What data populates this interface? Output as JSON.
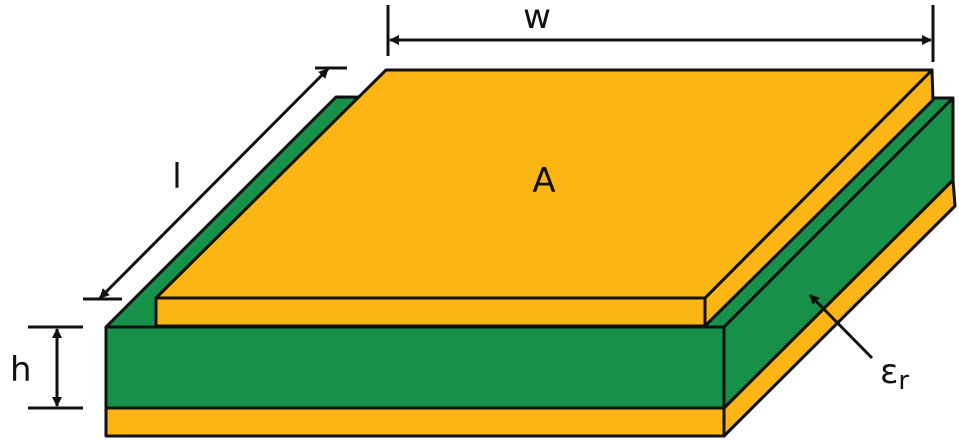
{
  "labels": {
    "width": "w",
    "length": "l",
    "area": "A",
    "height": "h",
    "permittivity": "ε",
    "permittivity_sub": "r"
  },
  "colors": {
    "conductor": "#FBB616",
    "substrate": "#17914A",
    "outline": "#111111"
  }
}
